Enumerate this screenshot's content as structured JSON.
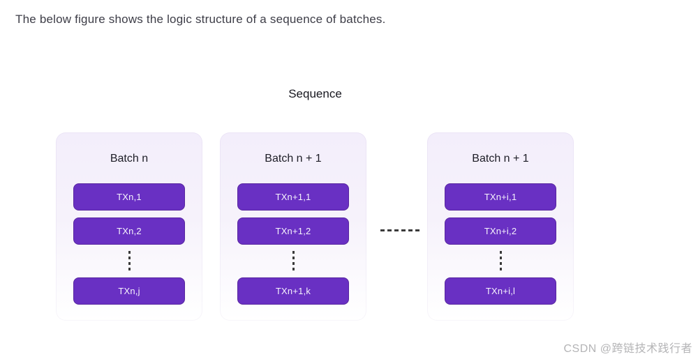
{
  "page": {
    "heading": "The below figure shows the logic structure of a sequence of batches.",
    "watermark": "CSDN @跨链技术践行者"
  },
  "diagram": {
    "title": "Sequence",
    "connector": "dashed-line",
    "colors": {
      "tx_fill": "#6930c3",
      "tx_border": "#58269f",
      "card_bg_top": "#f3eefb",
      "card_bg_bottom": "#ffffff"
    },
    "batches": [
      {
        "title": "Batch n",
        "txs": [
          "TXn,1",
          "TXn,2",
          "TXn,j"
        ]
      },
      {
        "title": "Batch n + 1",
        "txs": [
          "TXn+1,1",
          "TXn+1,2",
          "TXn+1,k"
        ]
      },
      {
        "title": "Batch n + 1",
        "txs": [
          "TXn+i,1",
          "TXn+i,2",
          "TXn+i,l"
        ]
      }
    ]
  }
}
